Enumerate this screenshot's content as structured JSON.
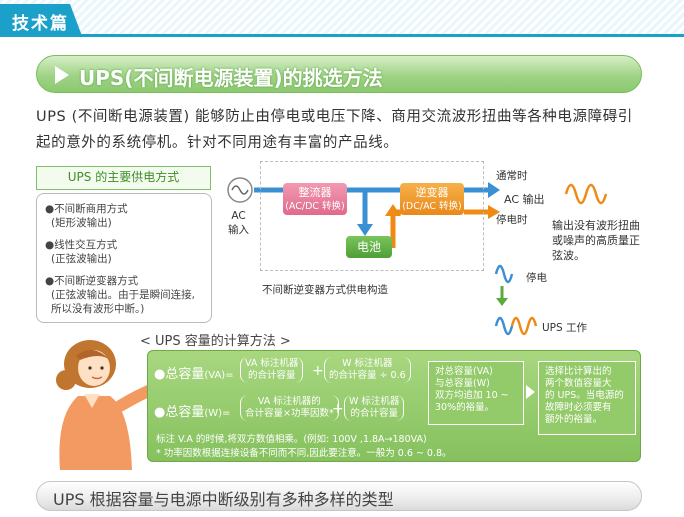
{
  "header": {
    "section_tab": "技术篇"
  },
  "title": "UPS(不间断电源装置)的挑选方法",
  "intro": "UPS (不间断电源装置) 能够防止由停电或电压下降、商用交流波形扭曲等各种电源障碍引起的意外的系统停机。针对不同用途有丰富的产品线。",
  "modes": {
    "title": "UPS 的主要供电方式",
    "items": [
      {
        "name": "●不间断商用方式",
        "detail": "(矩形波输出)"
      },
      {
        "name": "●线性交互方式",
        "detail": "(正弦波输出)"
      },
      {
        "name": "●不间断逆变器方式",
        "detail": "(正弦波输出。由于是瞬间连接,所以没有波形中断。)"
      }
    ]
  },
  "diagram": {
    "ac_input": [
      "AC",
      "输入"
    ],
    "rectifier": [
      "整流器",
      "(AC/DC 转换)"
    ],
    "inverter": [
      "逆变器",
      "(DC/AC 转换)"
    ],
    "battery": "电池",
    "normal": "通常时",
    "ac_output": "AC 输出",
    "outage": "停电时",
    "caption": "不间断逆变器方式供电构造",
    "output_desc": "输出没有波形扭曲或噪声的高质量正弦波。",
    "wave_outage": "停电",
    "wave_ups": "UPS 工作",
    "colors": {
      "blue": "#3b8fd3",
      "orange": "#ef8a16",
      "pink": "#e26c8f",
      "green": "#5aaa3e"
    }
  },
  "calc": {
    "title": "< UPS 容量的计算方法 >",
    "va_label": "●总容量",
    "va_unit": "(VA)=",
    "va_term1": [
      "VA 标注机器",
      "的合计容量"
    ],
    "va_term2": [
      "W 标注机器",
      "的合计容量 ÷ 0.6"
    ],
    "w_label": "●总容量",
    "w_unit": "(W)=",
    "w_term1": [
      "VA 标注机器的",
      "合计容量×功率因数*"
    ],
    "w_term2": [
      "W 标注机器",
      "的合计容量"
    ],
    "plus": "+",
    "note1": [
      "对总容量(VA)",
      "与总容量(W)",
      "双方均追加 10 ~",
      "30%的裕量。"
    ],
    "note2": [
      "选择比计算出的",
      "两个数值容量大",
      "的 UPS。当电源的",
      "故障时必须要有",
      "额外的裕量。"
    ],
    "hint1": "标注 V.A 的时候,将双方数值相乘。(例如: 100V ,1.8A→180VA)",
    "hint2": "* 功率因数根据连接设备不同而不同,因此要注意。一般为 0.6 ~ 0.8。"
  },
  "bottom_title": "UPS 根据容量与电源中断级别有多种多样的类型"
}
